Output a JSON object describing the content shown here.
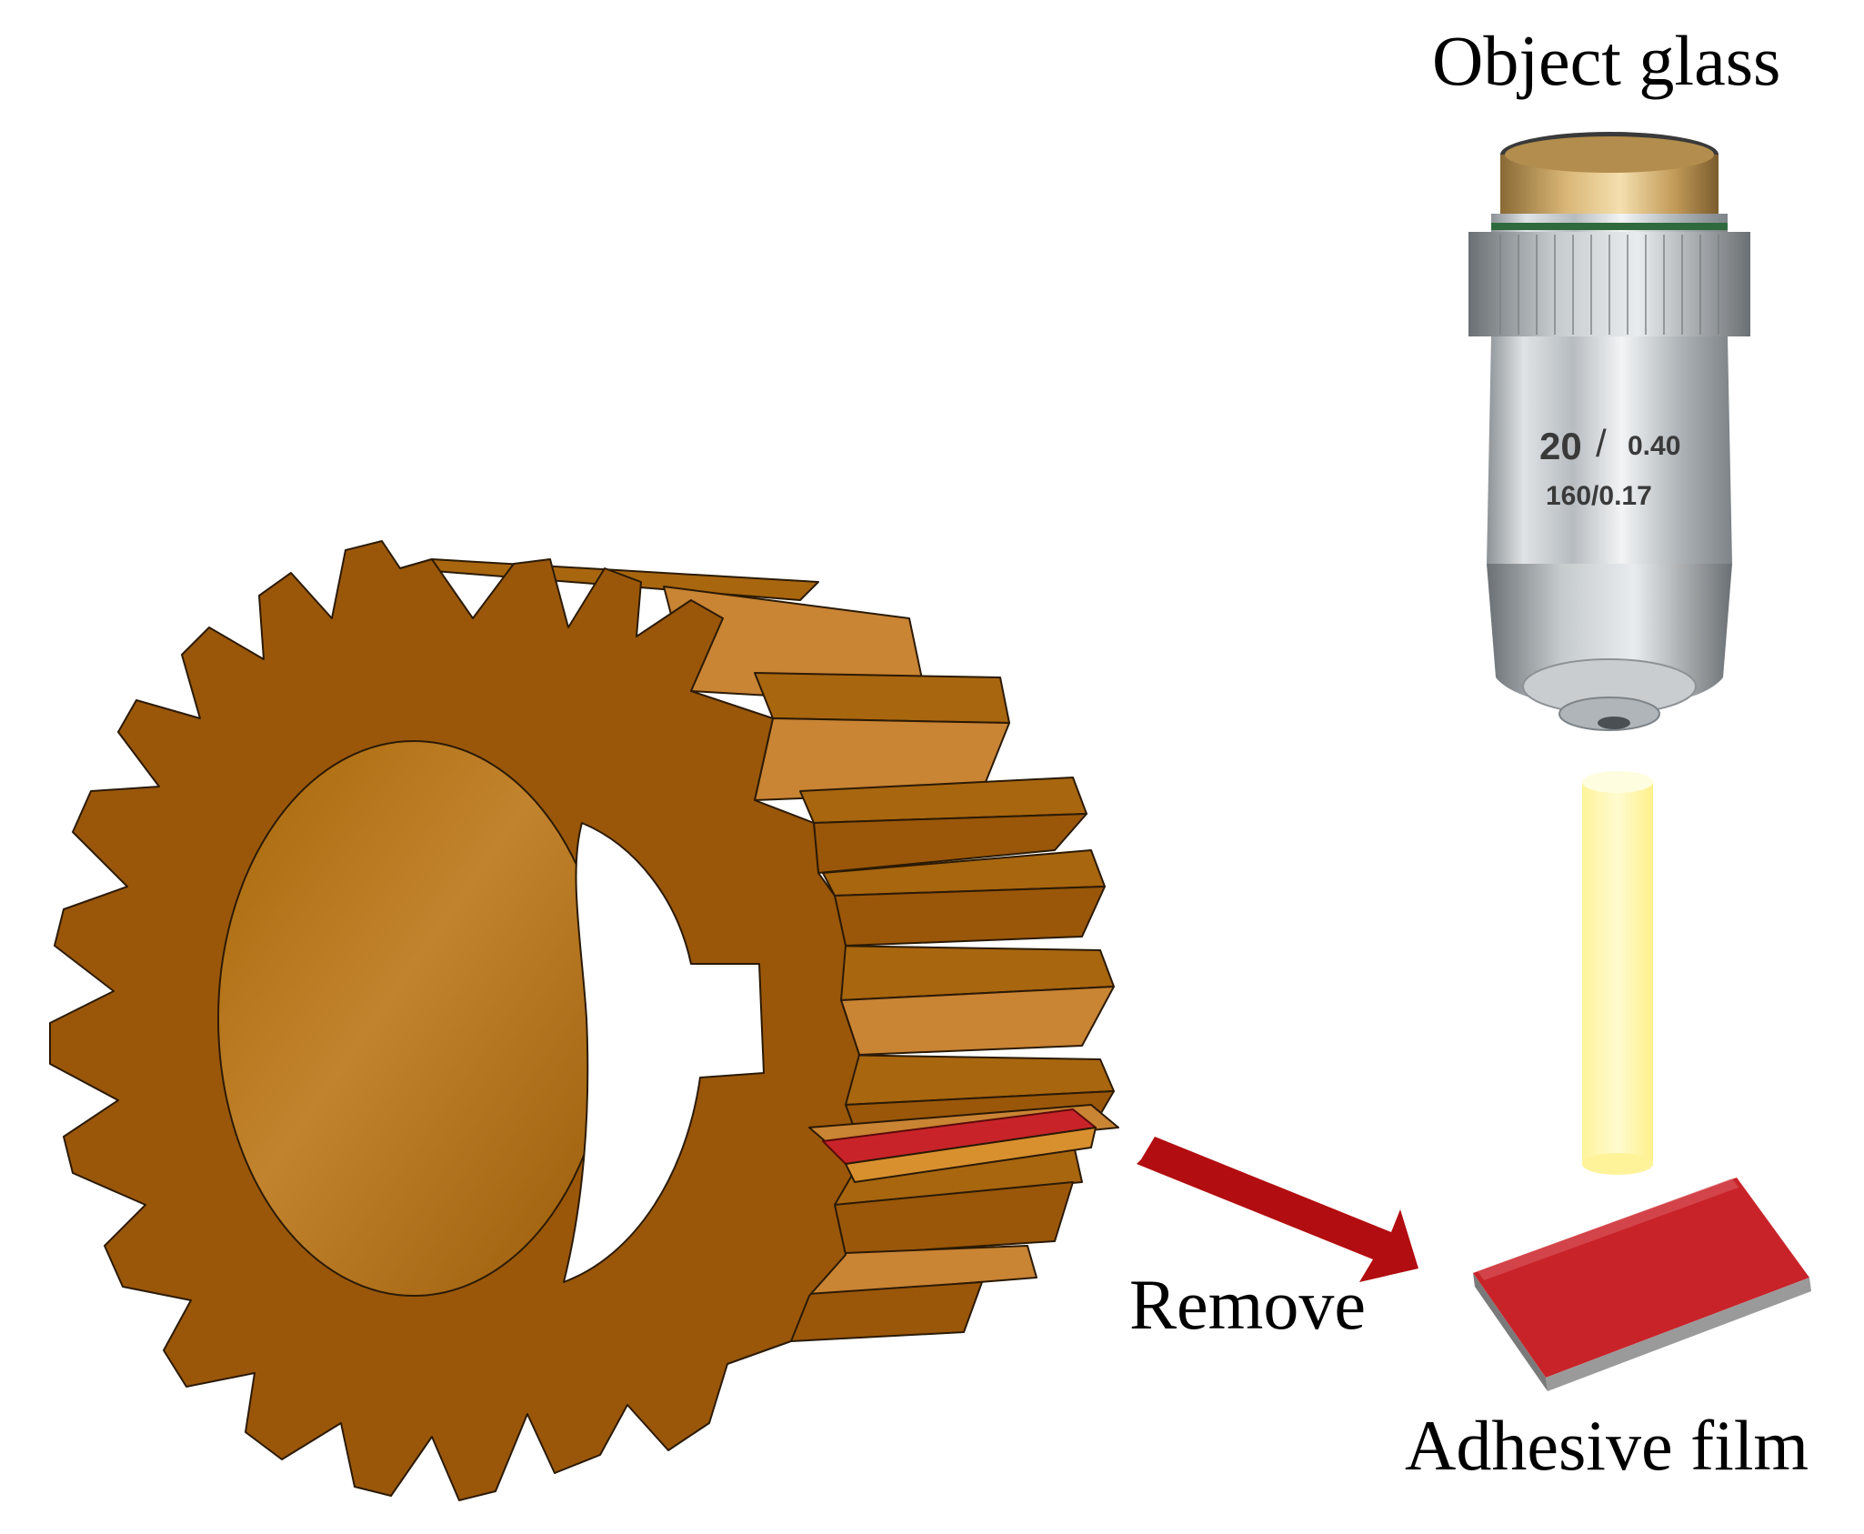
{
  "labels": {
    "object_glass": "Object glass",
    "remove": "Remove",
    "adhesive_film": "Adhesive film"
  },
  "objective_markings": {
    "magnification": "20",
    "separator": "/",
    "numerical_aperture": "0.40",
    "tube_cover": "160/0.17"
  },
  "colors": {
    "gear_face": "#9a5709",
    "gear_side_light": "#c98434",
    "gear_side_mid": "#a8660f",
    "gear_bore": "#a9690f",
    "film_red": "#c9232a",
    "arrow_red": "#b20d10",
    "light_beam": "#fff7a0",
    "film_base": "#8c8c8c"
  },
  "icons": {
    "gear": "gear-icon",
    "objective": "microscope-objective-icon",
    "arrow": "arrow-right-icon"
  }
}
